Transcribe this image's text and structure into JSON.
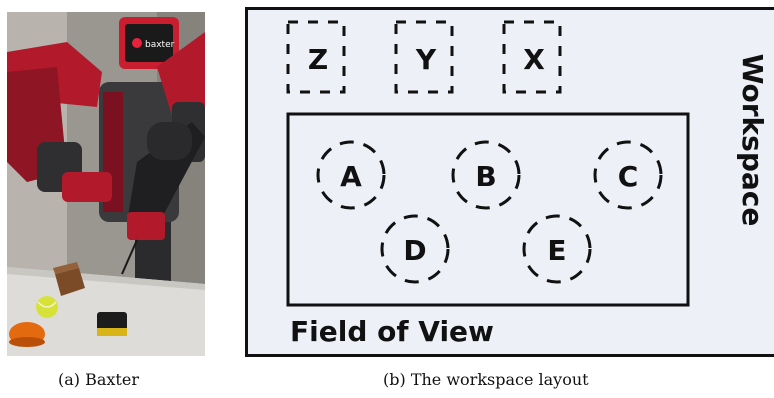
{
  "photo": {
    "screen_text": "baxter"
  },
  "diagram": {
    "workspace_label": "Workspace",
    "field_of_view_label": "Field of View",
    "slots": [
      "Z",
      "Y",
      "X"
    ],
    "objects": [
      "A",
      "B",
      "C",
      "D",
      "E"
    ]
  },
  "captions": {
    "a": "(a) Baxter",
    "b": "(b) The workspace layout"
  }
}
